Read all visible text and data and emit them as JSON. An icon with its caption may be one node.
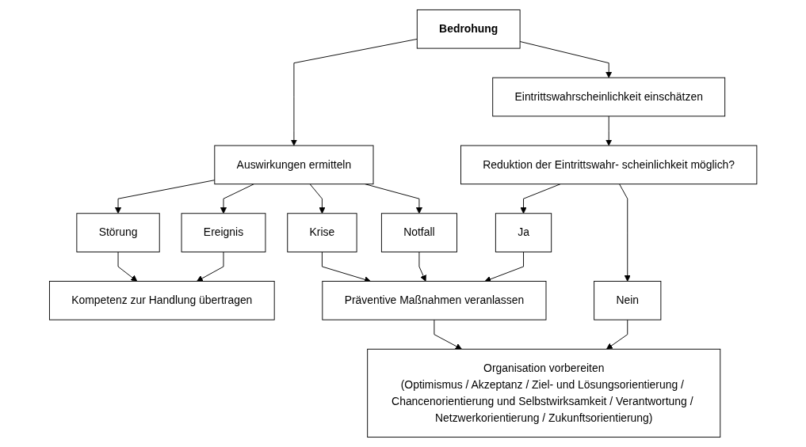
{
  "diagram": {
    "nodes": [
      {
        "text": [
          "Bedrohung"
        ]
      },
      {
        "text": [
          "Eintrittswahrscheinlichkeit einschätzen"
        ]
      },
      {
        "text": [
          "Auswirkungen ermitteln"
        ]
      },
      {
        "text": [
          "Reduktion der Eintrittswahr- scheinlichkeit möglich?"
        ]
      },
      {
        "text": [
          "Kompetenz zur Handlung übertragen"
        ]
      },
      {
        "text": [
          "Ereignis"
        ]
      },
      {
        "text": [
          "Störung"
        ]
      },
      {
        "text": [
          "Nein"
        ]
      },
      {
        "text": [
          "Ja"
        ]
      },
      {
        "text": [
          "Präventive Maßnahmen veranlassen"
        ]
      },
      {
        "text": [
          "Notfall"
        ]
      },
      {
        "text": [
          "Krise"
        ]
      },
      {
        "text": [
          "Organisation vorbereiten",
          "(Optimismus / Akzeptanz / Ziel- und Lösungsorientierung / Chancenorientierung und Selbstwirksamkeit / Verantwortung / Netzwerkorientierung / Zukunftsorientierung)"
        ]
      }
    ],
    "edges": [
      {
        "from": 0,
        "to": 1,
        "arrow": "to"
      },
      {
        "from": 0,
        "to": 2,
        "arrow": "to"
      },
      {
        "from": 1,
        "to": 3,
        "arrow": "to"
      },
      {
        "from": 2,
        "to": 5,
        "arrow": "to"
      },
      {
        "from": 2,
        "to": 6,
        "arrow": "to"
      },
      {
        "from": 2,
        "to": 10,
        "arrow": "to"
      },
      {
        "from": 2,
        "to": 11,
        "arrow": "to"
      },
      {
        "from": 5,
        "to": 4,
        "arrow": "to"
      },
      {
        "from": 6,
        "to": 4,
        "arrow": "to"
      },
      {
        "from": 3,
        "to": 7,
        "arrow": "to"
      },
      {
        "from": 3,
        "to": 8,
        "arrow": "to"
      },
      {
        "from": 8,
        "to": 9,
        "arrow": "to"
      },
      {
        "from": 10,
        "to": 9,
        "arrow": "to"
      },
      {
        "from": 11,
        "to": 9,
        "arrow": "to"
      },
      {
        "from": 7,
        "to": 12,
        "arrow": "to"
      },
      {
        "from": 9,
        "to": 12,
        "arrow": "to"
      }
    ]
  }
}
